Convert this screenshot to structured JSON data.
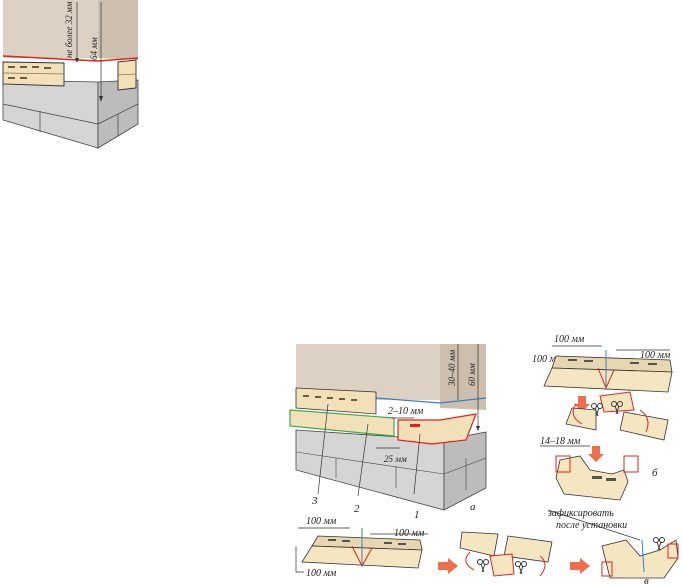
{
  "colors": {
    "wall": "#ddd1c3",
    "wall_side": "#c9bcac",
    "brick_front": "#d5d5d5",
    "brick_side": "#b9b9b9",
    "siding": "#f1e0b8",
    "siding_dark": "#c7ad7c",
    "outline": "#333333",
    "red": "#e2231a",
    "blue": "#3b7fc4",
    "green": "#3cab47",
    "arrow": "#ef6e4c"
  },
  "figure_top": {
    "dim_gap": "не более 32 мм",
    "dim_height": "64 мм"
  },
  "figure_a": {
    "dim_top": "30–40 мм",
    "dim_right": "60 мм",
    "dim_gap": "2–10 мм",
    "dim_bottom": "25 мм",
    "callout_1": "1",
    "callout_2": "2",
    "callout_3": "3",
    "letter": "а"
  },
  "figure_b": {
    "dim_left_top": "100 мм",
    "dim_right_top": "100 мм",
    "dim_side": "100 мм",
    "dim_notch": "14–18 мм",
    "letter": "б"
  },
  "figure_c": {
    "dim_left_top": "100 мм",
    "dim_right_top": "100 мм",
    "dim_side": "100 мм",
    "note_line1": "зафиксировать",
    "note_line2": "после установки",
    "letter": "в"
  },
  "icons": {
    "scissors": "scissors-icon",
    "arrow": "orange-arrow-icon"
  }
}
